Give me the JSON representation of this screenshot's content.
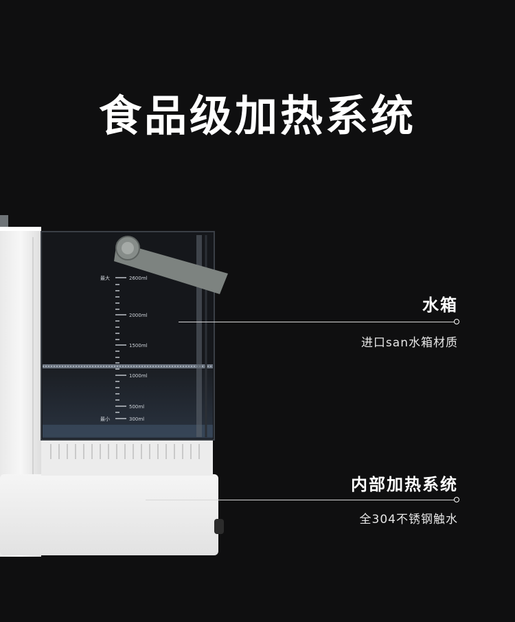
{
  "headline": "食品级加热系统",
  "tank_scale": {
    "max_label": "最大",
    "min_label": "最小",
    "marks": [
      "2600ml",
      "2000ml",
      "1500ml",
      "1000ml",
      "500ml",
      "300ml"
    ]
  },
  "callouts": [
    {
      "title": "水箱",
      "subtitle": "进口san水箱材质"
    },
    {
      "title": "内部加热系统",
      "subtitle": "全304不锈钢触水"
    }
  ],
  "colors": {
    "background": "#0f0f10",
    "appliance_body": "#f2f2f2",
    "handle": "#7d8380",
    "callout_line": "#d8d8d8"
  }
}
